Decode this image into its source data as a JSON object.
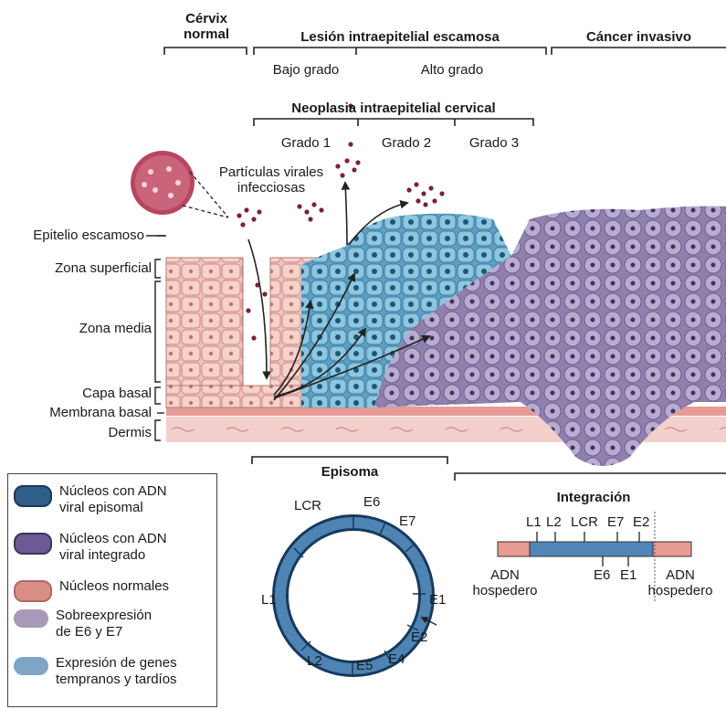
{
  "headers": {
    "normal_cervix": "Cérvix\nnormal",
    "squamous_lesion": "Lesión intraepitelial escamosa",
    "low_grade": "Bajo grado",
    "high_grade": "Alto grado",
    "invasive_cancer": "Cáncer invasivo",
    "cin": "Neoplasia intraepitelial cervical",
    "grade1": "Grado 1",
    "grade2": "Grado 2",
    "grade3": "Grado 3"
  },
  "virus": {
    "particles_label": "Partículas virales\ninfecciosas"
  },
  "layers": {
    "squamous_epithelium": "Epitelio escamoso",
    "superficial": "Zona superficial",
    "middle": "Zona media",
    "basal_layer": "Capa basal",
    "basement_membrane": "Membrana basal",
    "dermis": "Dermis"
  },
  "episome": {
    "title": "Episoma",
    "genes": [
      "LCR",
      "E6",
      "E7",
      "E1",
      "E2",
      "E4",
      "E5",
      "L2",
      "L1"
    ]
  },
  "integration": {
    "title": "Integración",
    "top_genes": [
      "L1",
      "L2",
      "LCR",
      "E7",
      "E2"
    ],
    "bottom_genes": [
      "E6",
      "E1"
    ],
    "host_left": "ADN\nhospedero",
    "host_right": "ADN\nhospedero"
  },
  "legend": [
    {
      "text": "Núcleos con ADN\nviral episomal",
      "color": "#2f5e86"
    },
    {
      "text": "Núcleos con ADN\nviral integrado",
      "color": "#6b5a93"
    },
    {
      "text": "Núcleos normales",
      "color": "#d78f86"
    },
    {
      "text": "Sobreexpresión\nde E6 y E7",
      "color": "#a79ab8"
    },
    {
      "text": "Expresión de genes\ntempranos y tardíos",
      "color": "#7ea4c6"
    }
  ]
}
